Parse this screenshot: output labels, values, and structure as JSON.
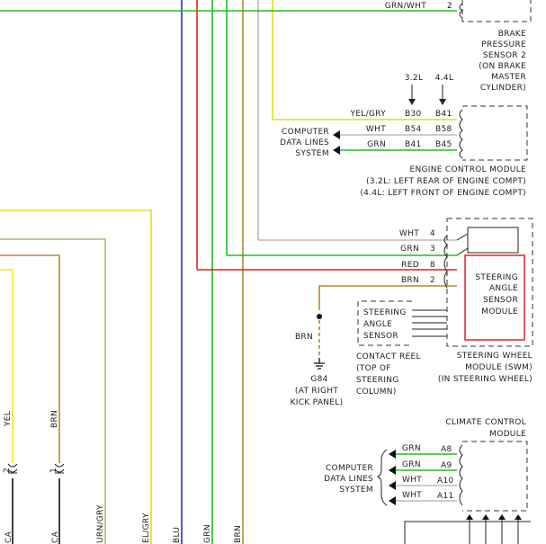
{
  "colors": {
    "green": "#22bb22",
    "red": "#dd2222",
    "blue": "#2233aa",
    "brown": "#b8892a",
    "yellow": "#dddd22",
    "gray": "#bbbbbb",
    "olive": "#bfae7a",
    "highlight": "#dd3333"
  },
  "brake_sensor": {
    "wire": "GRN/WHT",
    "pin": "2",
    "label": [
      "BRAKE",
      "PRESSURE",
      "SENSOR 2",
      "(ON BRAKE",
      "MASTER",
      "CYLINDER)"
    ]
  },
  "engine_module": {
    "variant_32": "3.2L",
    "variant_44": "4.4L",
    "rows": [
      {
        "wire": "YEL/GRY",
        "pin32": "B30",
        "pin44": "B41"
      },
      {
        "wire": "WHT",
        "pin32": "B54",
        "pin44": "B58"
      },
      {
        "wire": "GRN",
        "pin32": "B41",
        "pin44": "B45"
      }
    ],
    "data_lines": [
      "COMPUTER",
      "DATA LINES",
      "SYSTEM"
    ],
    "label": [
      "ENGINE CONTROL MODULE",
      "(3.2L: LEFT REAR OF ENGINE COMPT)",
      "(4.4L: LEFT FRONT OF ENGINE COMPT)"
    ]
  },
  "swm": {
    "rows": [
      {
        "wire": "WHT",
        "pin": "4"
      },
      {
        "wire": "GRN",
        "pin": "3"
      },
      {
        "wire": "RED",
        "pin": "8"
      },
      {
        "wire": "BRN",
        "pin": "2"
      }
    ],
    "angle_module": [
      "STEERING",
      "ANGLE",
      "SENSOR",
      "MODULE"
    ],
    "label": [
      "STEERING WHEEL",
      "MODULE (SWM)",
      "(IN STEERING WHEEL)"
    ],
    "angle_sensor": [
      "STEERING",
      "ANGLE",
      "SENSOR"
    ],
    "contact_reel": [
      "CONTACT REEL",
      "(TOP OF",
      "STEERING",
      "COLUMN)"
    ]
  },
  "ground": {
    "wire": "BRN",
    "id": "G84",
    "location": [
      "(AT RIGHT",
      "KICK PANEL)"
    ]
  },
  "climate": {
    "label": [
      "CLIMATE CONTROL",
      "MODULE"
    ],
    "rows": [
      {
        "wire": "GRN",
        "pin": "A8"
      },
      {
        "wire": "GRN",
        "pin": "A9"
      },
      {
        "wire": "WHT",
        "pin": "A10"
      },
      {
        "wire": "WHT",
        "pin": "A11"
      }
    ],
    "data_lines": [
      "COMPUTER",
      "DATA LINES",
      "SYSTEM"
    ]
  },
  "left_wires": {
    "yel": "YEL",
    "brn": "BRN",
    "pin_yel": "2",
    "pin_brn": "1"
  },
  "bottom_labels": [
    "CA",
    "CA",
    "URN/GRY",
    "EL/GRY",
    "BLU",
    "GRN",
    "BRN"
  ]
}
